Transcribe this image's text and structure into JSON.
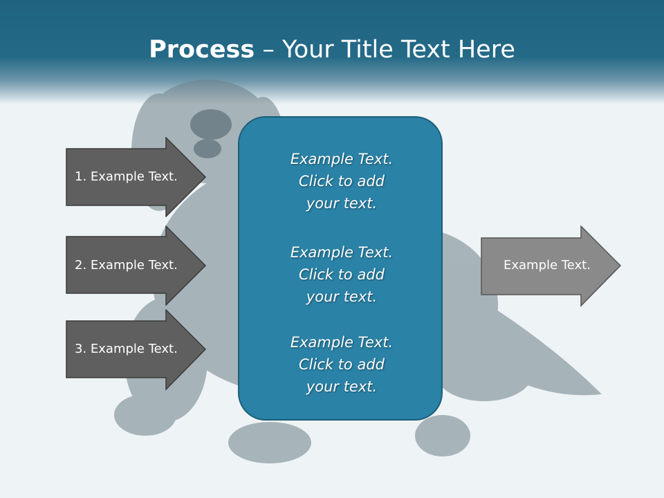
{
  "slide": {
    "title_bold": "Process",
    "title_rest": " – Your Title Text Here"
  },
  "left_arrows": [
    {
      "label": "1. Example Text."
    },
    {
      "label": "2. Example Text."
    },
    {
      "label": "3. Example Text."
    }
  ],
  "center_box": {
    "blocks": [
      {
        "line1": "Example Text.",
        "line2": "Click  to add",
        "line3": "your text."
      },
      {
        "line1": "Example Text.",
        "line2": "Click  to add",
        "line3": "your text."
      },
      {
        "line1": "Example Text.",
        "line2": "Click  to add",
        "line3": "your text."
      }
    ]
  },
  "right_arrow": {
    "label": "Example Text."
  },
  "colors": {
    "header": "#246a87",
    "box_fill": "#2a82a6",
    "dark_arrow": "#5f5f5f",
    "light_arrow": "#8a8a8a"
  }
}
